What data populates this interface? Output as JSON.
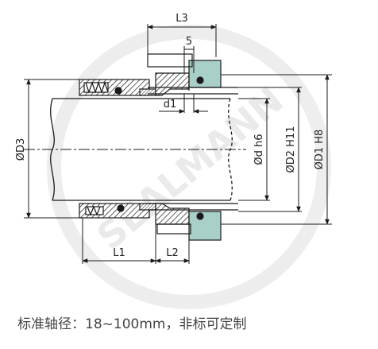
{
  "labels": {
    "L3": "L3",
    "five": "5",
    "d1": "d1",
    "D3": "ØD3",
    "dh6": "Ød h6",
    "D2": "ØD2 H11",
    "D1": "ØD1 H8",
    "L1": "L1",
    "L2": "L2"
  },
  "caption": "标准轴径：18~100mm，非标可定制",
  "watermark": "SEALMANN",
  "colors": {
    "line": "#1a1a1a",
    "seat": "#a9cfc9",
    "watermark": "#e6e6e6"
  }
}
